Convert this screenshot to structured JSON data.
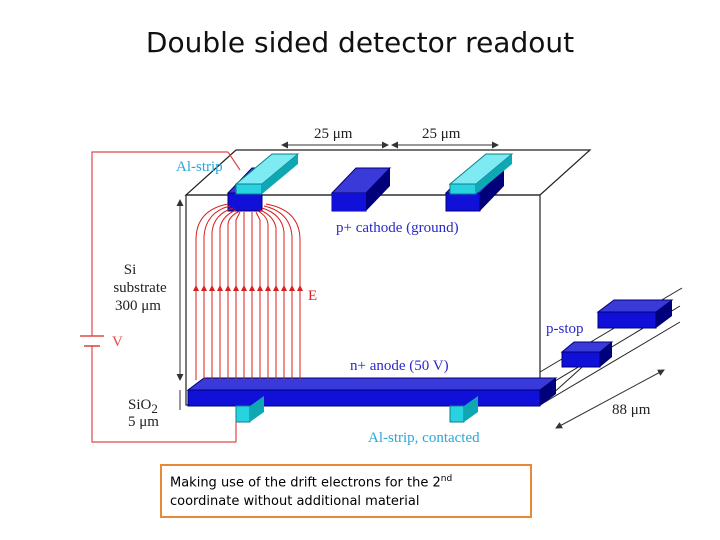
{
  "title": "Double sided detector readout",
  "labels": {
    "pitch_left": "25 μm",
    "pitch_right": "25 μm",
    "al_strip": "Al-strip",
    "p_cathode": "p+ cathode (ground)",
    "si": "Si",
    "substrate": "substrate",
    "thickness": "300 μm",
    "field": "E",
    "voltage": "V",
    "p_stop": "p-stop",
    "n_anode": "n+ anode (50 V)",
    "sio2": "SiO",
    "sio2_sub": "2",
    "oxide_thickness": "5 μm",
    "al_strip_contacted": "Al-strip, contacted",
    "depth": "88 μm"
  },
  "caption": {
    "line1_pre": "Making use of the drift electrons for the 2",
    "line1_sup": "nd",
    "line2": "coordinate without additional material"
  },
  "colors": {
    "strip_blue": "#1010d8",
    "al_cyan": "#29d2e0",
    "field_red": "#d81e1e",
    "circuit_red": "#e04848",
    "caption_border": "#e8893a"
  }
}
